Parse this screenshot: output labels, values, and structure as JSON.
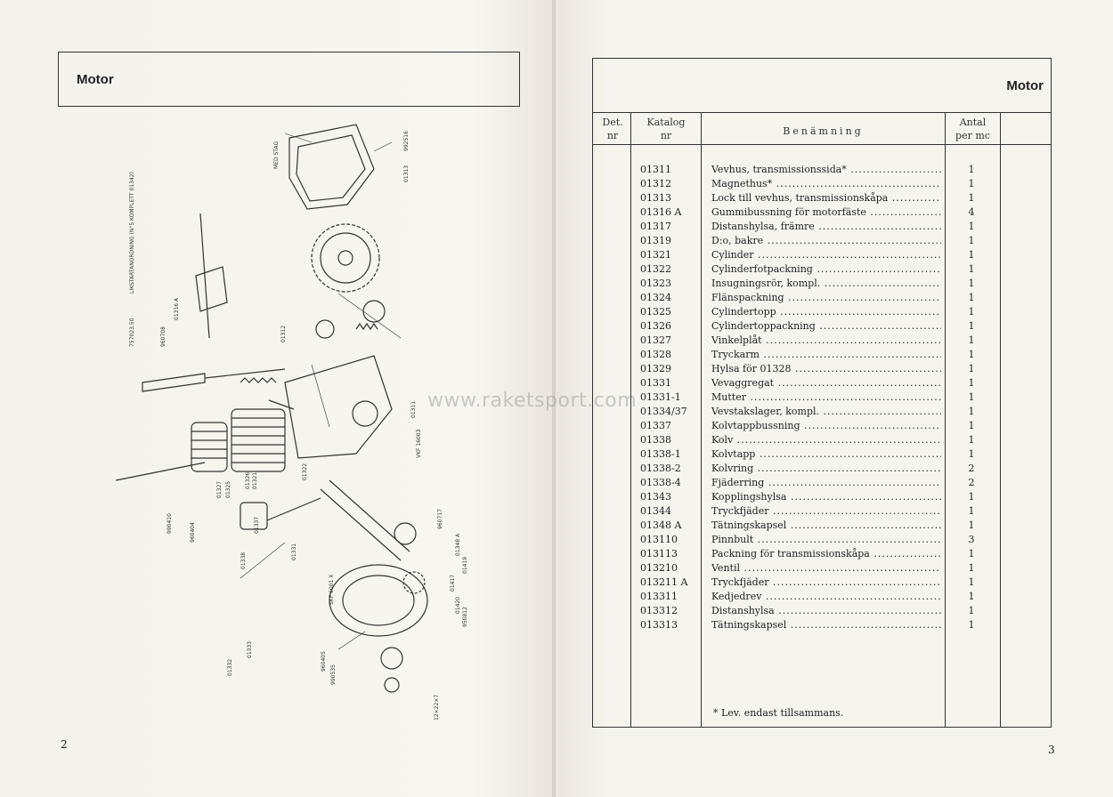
{
  "left_page": {
    "header": "Motor",
    "page_number": "2"
  },
  "watermark": "www.raketsport.com",
  "right_page": {
    "header": "Motor",
    "page_number": "3",
    "columns": {
      "det": [
        "Det.",
        "nr"
      ],
      "katalog": [
        "Katalog",
        "nr"
      ],
      "benamning": "Benämning",
      "antal": [
        "Antal",
        "per mc"
      ]
    },
    "rows": [
      {
        "kat": "01311",
        "ben": "Vevhus, transmissionssida*",
        "ant": "1"
      },
      {
        "kat": "01312",
        "ben": "Magnethus*",
        "ant": "1"
      },
      {
        "kat": "01313",
        "ben": "Lock till vevhus, transmissionskåpa",
        "ant": "1"
      },
      {
        "kat": "01316 A",
        "ben": "Gummibussning för motorfäste",
        "ant": "4"
      },
      {
        "kat": "01317",
        "ben": "Distanshylsa, främre",
        "ant": "1"
      },
      {
        "kat": "01319",
        "ben": "D:o, bakre",
        "ant": "1"
      },
      {
        "kat": "01321",
        "ben": "Cylinder",
        "ant": "1"
      },
      {
        "kat": "01322",
        "ben": "Cylinderfotpackning",
        "ant": "1"
      },
      {
        "kat": "01323",
        "ben": "Insugningsrör, kompl.",
        "ant": "1"
      },
      {
        "kat": "01324",
        "ben": "Flänspackning",
        "ant": "1"
      },
      {
        "kat": "01325",
        "ben": "Cylindertopp",
        "ant": "1"
      },
      {
        "kat": "01326",
        "ben": "Cylindertoppackning",
        "ant": "1"
      },
      {
        "kat": "01327",
        "ben": "Vinkelplåt",
        "ant": "1"
      },
      {
        "kat": "01328",
        "ben": "Tryckarm",
        "ant": "1"
      },
      {
        "kat": "01329",
        "ben": "Hylsa för 01328",
        "ant": "1"
      },
      {
        "kat": "01331",
        "ben": "Vevaggregat",
        "ant": "1"
      },
      {
        "kat": "01331-1",
        "ben": "Mutter",
        "ant": "1"
      },
      {
        "kat": "01334/37",
        "ben": "Vevstakslager, kompl.",
        "ant": "1"
      },
      {
        "kat": "01337",
        "ben": "Kolvtappbussning",
        "ant": "1"
      },
      {
        "kat": "01338",
        "ben": "Kolv",
        "ant": "1"
      },
      {
        "kat": "01338-1",
        "ben": "Kolvtapp",
        "ant": "1"
      },
      {
        "kat": "01338-2",
        "ben": "Kolvring",
        "ant": "2"
      },
      {
        "kat": "01338-4",
        "ben": "Fjäderring",
        "ant": "2"
      },
      {
        "kat": "01343",
        "ben": "Kopplingshylsa",
        "ant": "1"
      },
      {
        "kat": "01344",
        "ben": "Tryckfjäder",
        "ant": "1"
      },
      {
        "kat": "01348 A",
        "ben": "Tätningskapsel",
        "ant": "1"
      },
      {
        "kat": "013110",
        "ben": "Pinnbult",
        "ant": "3"
      },
      {
        "kat": "013113",
        "ben": "Packning för transmissionskåpa",
        "ant": "1"
      },
      {
        "kat": "013210",
        "ben": "Ventil",
        "ant": "1"
      },
      {
        "kat": "013211 A",
        "ben": "Tryckfjäder",
        "ant": "1"
      },
      {
        "kat": "013311",
        "ben": "Kedjedrev",
        "ant": "1"
      },
      {
        "kat": "013312",
        "ben": "Distanshylsa",
        "ant": "1"
      },
      {
        "kat": "013313",
        "ben": "Tätningskapsel",
        "ant": "1"
      }
    ],
    "footnote": "* Lev. endast tillsammans."
  },
  "diagram": {
    "labels": {
      "kickstart_note": "LIKSTARTANORDNING (N°5 KOMPLETT 01342)",
      "l1": "757023.50",
      "l2": "MED STAG",
      "l3": "992516",
      "l4": "01313",
      "l5": "01316 A",
      "l6": "960708",
      "l7": "01312",
      "l8": "01311",
      "l9": "VKF 16003",
      "l10": "SKF 6001 X",
      "l11": "01348 A",
      "l12": "960717",
      "l13": "01419",
      "l14": "01417",
      "l15": "01420",
      "l16": "950812",
      "l17": "01322",
      "l18": "01321",
      "l19": "01326",
      "l20": "01327",
      "l21": "01325",
      "l22": "01331",
      "l23": "01338",
      "l24": "960405",
      "l25": "990535",
      "l26": "12×22×7",
      "l27": "01332",
      "l28": "01333",
      "l29": "01337",
      "l30": "960404",
      "l31": "990410"
    }
  }
}
